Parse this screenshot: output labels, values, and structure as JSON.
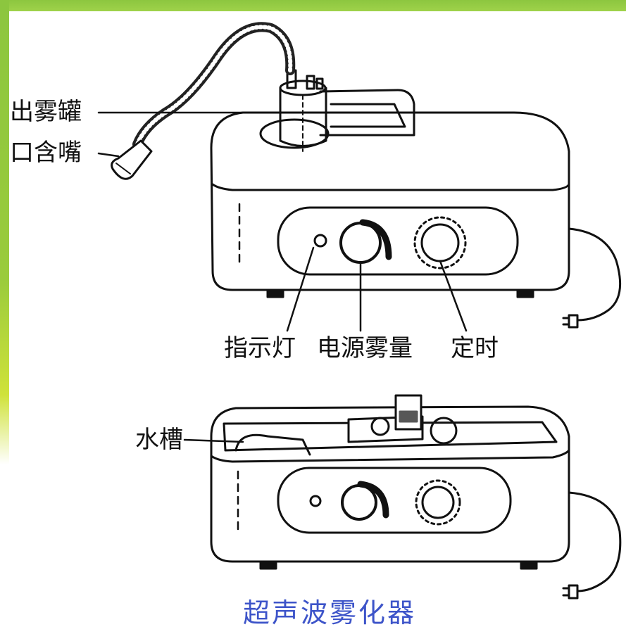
{
  "labels": {
    "chuwuguan": "出雾罐",
    "kouhanzui": "口含嘴",
    "zhishideng": "指示灯",
    "dianyuan_wuliang": "电源雾量",
    "dingshi": "定时",
    "shuicao": "水槽"
  },
  "caption": "超声波雾化器",
  "colors": {
    "frame_green": "#8cc63f",
    "caption_blue": "#3d54c9",
    "ink": "#111111"
  }
}
